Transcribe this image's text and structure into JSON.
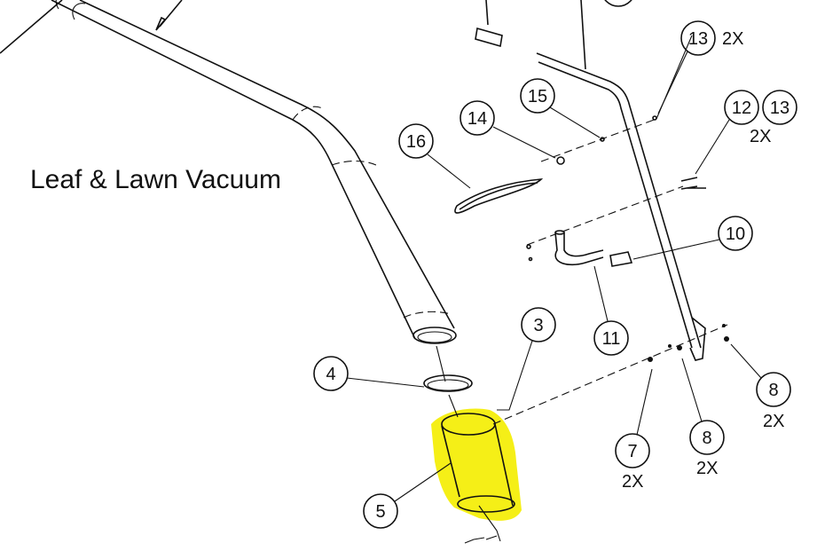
{
  "title": "Leaf & Lawn Vacuum",
  "highlight_color": "#f5ef17",
  "callouts": [
    {
      "id": "c13a",
      "num": "13",
      "qty": "2X"
    },
    {
      "id": "c12",
      "num": "12",
      "qty": ""
    },
    {
      "id": "c13b",
      "num": "13",
      "qty": "2X"
    },
    {
      "id": "c15",
      "num": "15",
      "qty": ""
    },
    {
      "id": "c14",
      "num": "14",
      "qty": ""
    },
    {
      "id": "c16",
      "num": "16",
      "qty": ""
    },
    {
      "id": "c10",
      "num": "10",
      "qty": ""
    },
    {
      "id": "c11",
      "num": "11",
      "qty": ""
    },
    {
      "id": "c3",
      "num": "3",
      "qty": ""
    },
    {
      "id": "c4",
      "num": "4",
      "qty": ""
    },
    {
      "id": "c8a",
      "num": "8",
      "qty": "2X"
    },
    {
      "id": "c7",
      "num": "7",
      "qty": "2X"
    },
    {
      "id": "c8b",
      "num": "8",
      "qty": "2X"
    },
    {
      "id": "c5",
      "num": "5",
      "qty": ""
    }
  ]
}
